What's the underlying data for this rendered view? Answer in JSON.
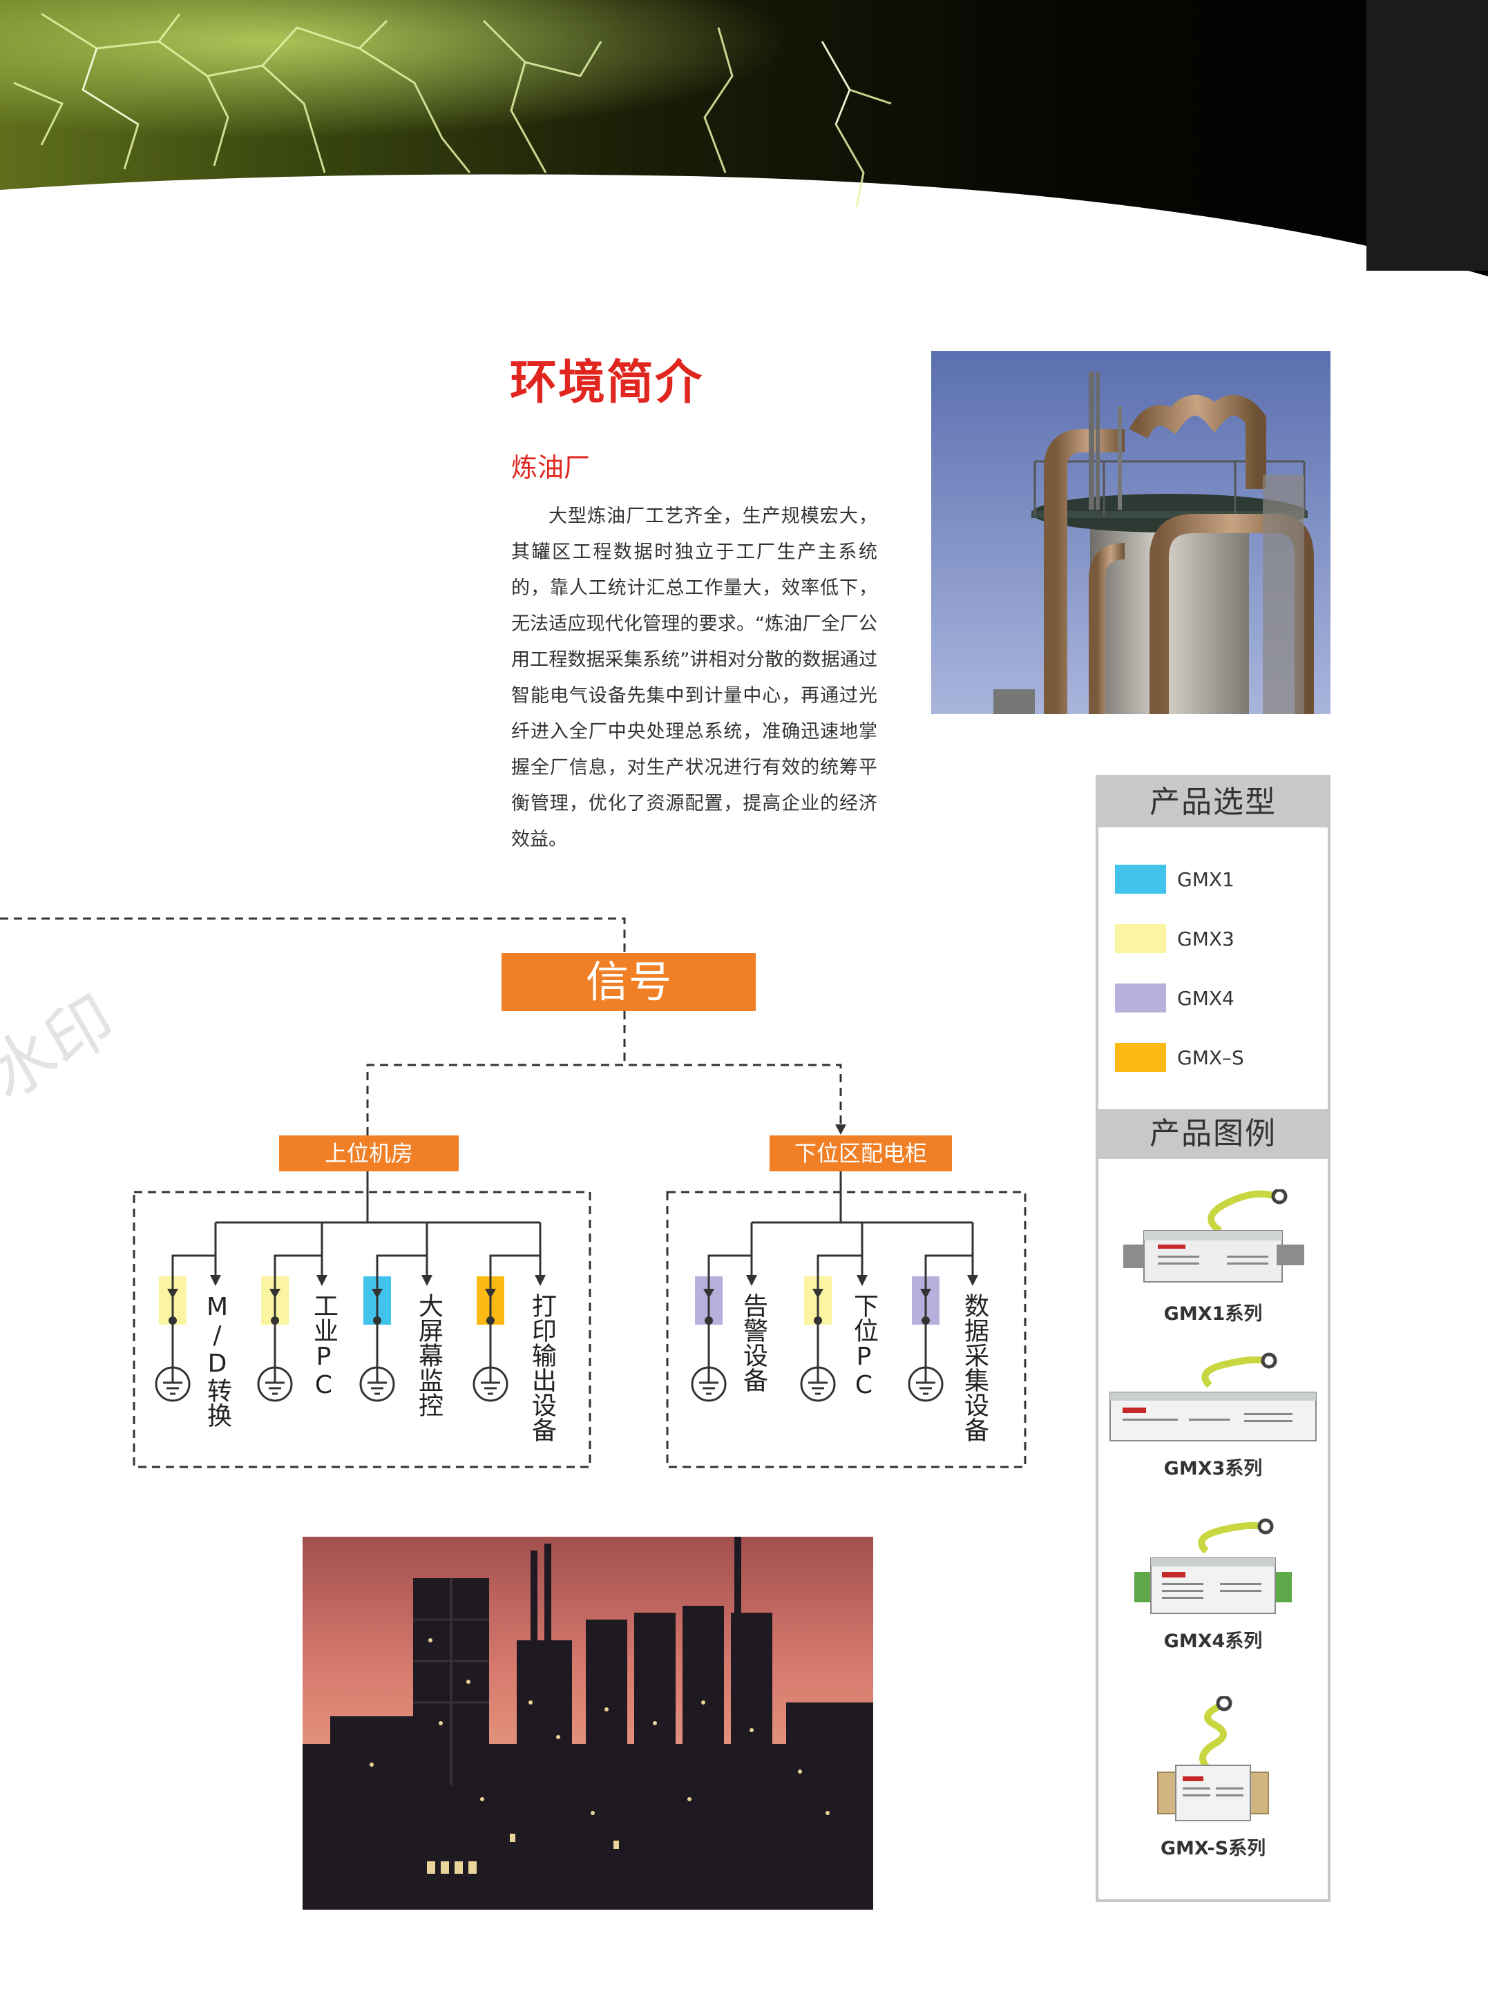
{
  "page": {
    "title": "环境简介",
    "section_title": "炼油厂",
    "body": "大型炼油厂工艺齐全，生产规模宏大，其罐区工程数据时独立于工厂生产主系统的，靠人工统计汇总工作量大，效率低下，无法适应现代化管理的要求。“炼油厂全厂公用工程数据采集系统”讲相对分散的数据通过智能电气设备先集中到计量中心，再通过光纤进入全厂中央处理总系统，准确迅速地掌握全厂信息，对生产状况进行有效的统筹平衡管理，优化了资源配置，提高企业的经济效益。",
    "watermark": "水印"
  },
  "diagram": {
    "signal": "信号",
    "upper_room": "上位机房",
    "lower_cabinet": "下位区配电柜",
    "upper_devices": [
      "M/D转换",
      "工业PC",
      "大屏幕监控",
      "打印输出设备"
    ],
    "lower_devices": [
      "告警设备",
      "下位PC",
      "数据采集设备"
    ]
  },
  "sidebar": {
    "selection_title": "产品选型",
    "legend": [
      {
        "name": "GMX1",
        "color": "#42c3ec"
      },
      {
        "name": "GMX3",
        "color": "#fbf4a2"
      },
      {
        "name": "GMX4",
        "color": "#b6b1dc"
      },
      {
        "name": "GMX–S",
        "color": "#fcb913"
      }
    ],
    "examples_title": "产品图例",
    "products": [
      "GMX1系列",
      "GMX3系列",
      "GMX4系列",
      "GMX-S系列"
    ]
  },
  "colors": {
    "accent": "#e0261f",
    "orange": "#f07f26"
  }
}
